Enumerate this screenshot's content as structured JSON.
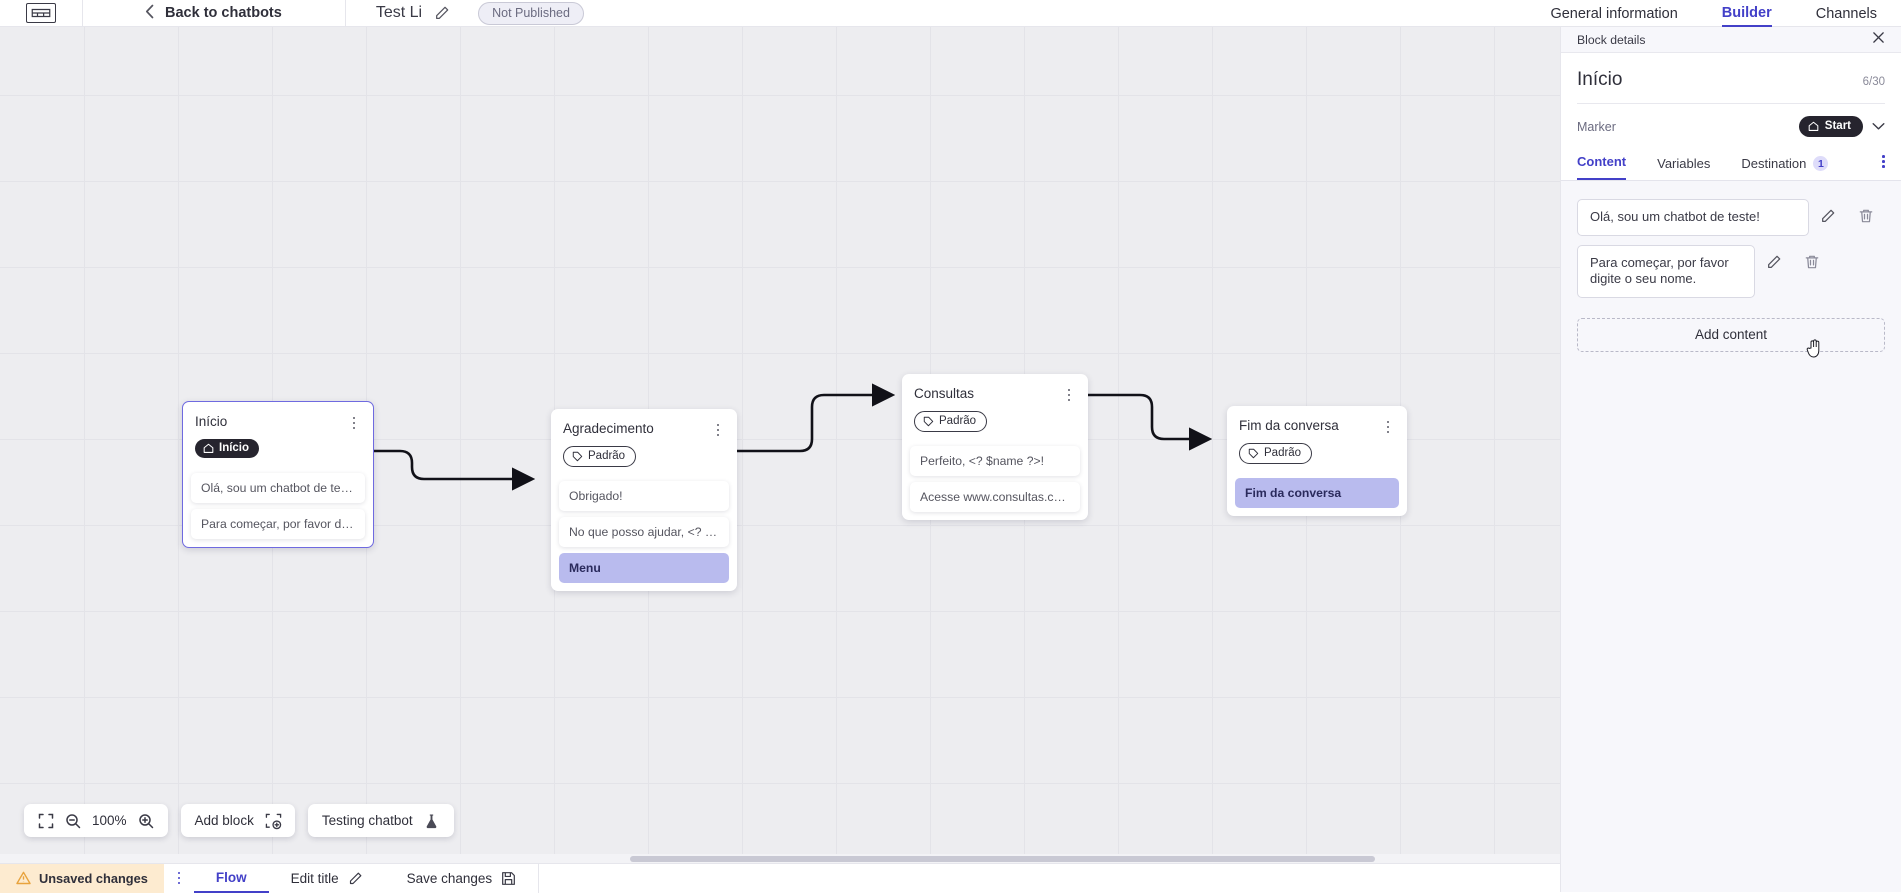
{
  "topbar": {
    "logo_alt": "app-logo",
    "back_label": "Back to chatbots",
    "bot_title": "Test Li",
    "publish_badge": "Not Published",
    "tabs": [
      {
        "label": "General information",
        "active": false
      },
      {
        "label": "Builder",
        "active": true
      },
      {
        "label": "Channels",
        "active": false
      }
    ]
  },
  "canvas": {
    "zoom_level": "100%",
    "add_block_label": "Add block",
    "testing_label": "Testing chatbot",
    "nodes": [
      {
        "title": "Início",
        "tag": "Início",
        "tag_style": "dark",
        "selected": true,
        "messages": [
          {
            "text": "Olá, sou um chatbot de teste!",
            "accent": false
          },
          {
            "text": "Para começar, por favor digite o ...",
            "accent": false
          }
        ]
      },
      {
        "title": "Agradecimento",
        "tag": "Padrão",
        "tag_style": "light",
        "selected": false,
        "messages": [
          {
            "text": "Obrigado!",
            "accent": false
          },
          {
            "text": "No que posso ajudar, <? $name ...",
            "accent": false
          },
          {
            "text": "Menu",
            "accent": true
          }
        ]
      },
      {
        "title": "Consultas",
        "tag": "Padrão",
        "tag_style": "light",
        "selected": false,
        "messages": [
          {
            "text": "Perfeito, <? $name ?>!",
            "accent": false
          },
          {
            "text": "Acesse www.consultas.com par...",
            "accent": false
          }
        ]
      },
      {
        "title": "Fim da conversa",
        "tag": "Padrão",
        "tag_style": "light",
        "selected": false,
        "messages": [
          {
            "text": "Fim da conversa",
            "accent": true
          }
        ]
      }
    ]
  },
  "bottombar": {
    "unsaved_label": "Unsaved changes",
    "flow_label": "Flow",
    "edit_title_label": "Edit title",
    "save_label": "Save changes"
  },
  "panel": {
    "header_title": "Block details",
    "block_name": "Início",
    "char_count": "6/30",
    "marker_label": "Marker",
    "marker_value": "Start",
    "tabs": [
      {
        "label": "Content",
        "active": true,
        "badge": ""
      },
      {
        "label": "Variables",
        "active": false,
        "badge": ""
      },
      {
        "label": "Destination",
        "active": false,
        "badge": "1"
      }
    ],
    "contents": [
      {
        "text": "Olá, sou um chatbot de teste!"
      },
      {
        "text": "Para começar, por favor digite o seu nome."
      }
    ],
    "add_content_label": "Add content"
  },
  "colors": {
    "accent": "#4340c8",
    "node_accent_bg": "#b9bbee",
    "dark_chip": "#26242e",
    "warning_bg": "#fdebd0"
  }
}
